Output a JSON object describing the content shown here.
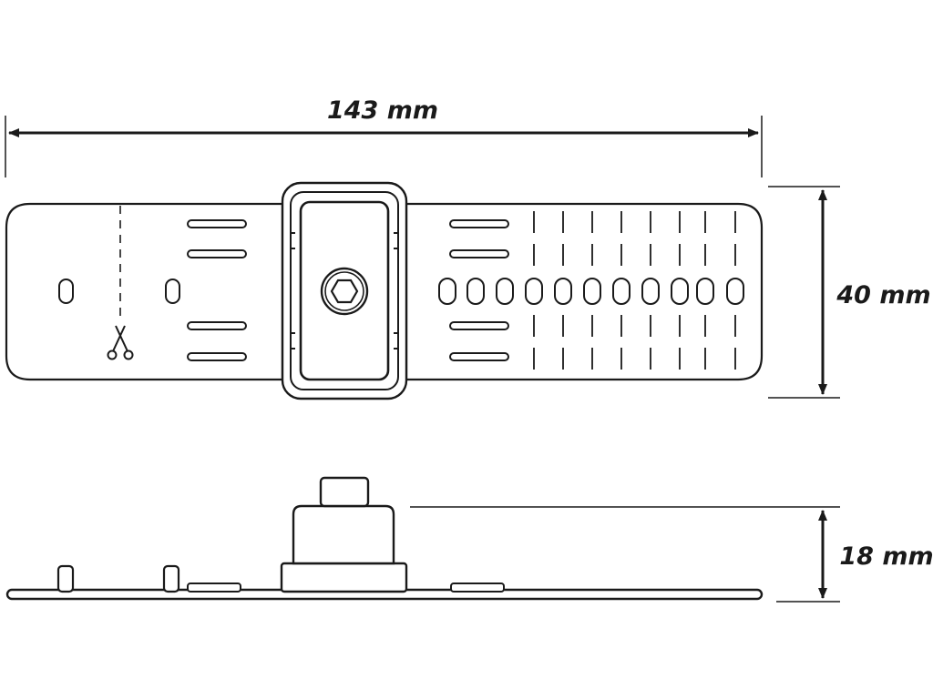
{
  "dimensions": {
    "width": "143 mm",
    "height": "40 mm",
    "thickness": "18 mm"
  },
  "colors": {
    "line": "#1a1a1a",
    "background": "#ffffff"
  },
  "icons": {
    "cut_mark": "scissors-icon",
    "bolt": "hex-socket-bolt-icon"
  }
}
